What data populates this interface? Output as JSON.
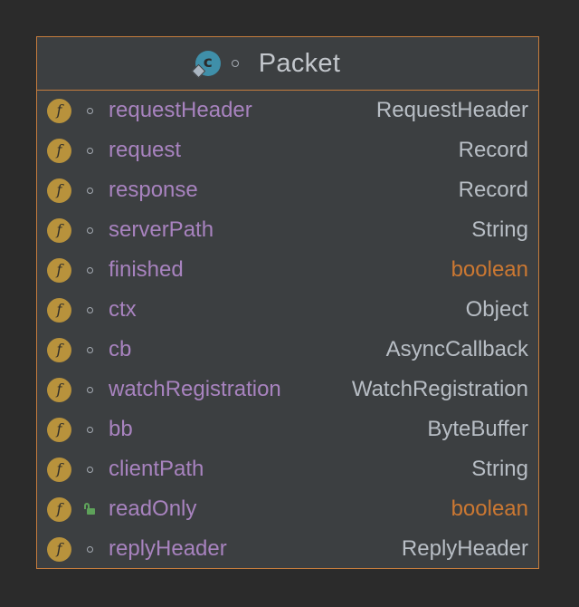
{
  "class_name": "Packet",
  "colors": {
    "border": "#c57c3d",
    "card_bg": "#3c3f41",
    "field_name": "#a883bf",
    "type_text": "#b8bec5",
    "primitive_type": "#cc7832",
    "field_icon": "#b8923c",
    "class_icon": "#3f8fa9"
  },
  "fields": [
    {
      "name": "requestHeader",
      "type": "RequestHeader",
      "visibility": "package-private-icon",
      "primitive": false
    },
    {
      "name": "request",
      "type": "Record",
      "visibility": "package-private-icon",
      "primitive": false
    },
    {
      "name": "response",
      "type": "Record",
      "visibility": "package-private-icon",
      "primitive": false
    },
    {
      "name": "serverPath",
      "type": "String",
      "visibility": "package-private-icon",
      "primitive": false
    },
    {
      "name": "finished",
      "type": "boolean",
      "visibility": "package-private-icon",
      "primitive": true
    },
    {
      "name": "ctx",
      "type": "Object",
      "visibility": "package-private-icon",
      "primitive": false
    },
    {
      "name": "cb",
      "type": "AsyncCallback",
      "visibility": "package-private-icon",
      "primitive": false
    },
    {
      "name": "watchRegistration",
      "type": "WatchRegistration",
      "visibility": "package-private-icon",
      "primitive": false
    },
    {
      "name": "bb",
      "type": "ByteBuffer",
      "visibility": "package-private-icon",
      "primitive": false
    },
    {
      "name": "clientPath",
      "type": "String",
      "visibility": "package-private-icon",
      "primitive": false
    },
    {
      "name": "readOnly",
      "type": "boolean",
      "visibility": "public-unlocked-icon",
      "primitive": true
    },
    {
      "name": "replyHeader",
      "type": "ReplyHeader",
      "visibility": "package-private-icon",
      "primitive": false
    }
  ]
}
